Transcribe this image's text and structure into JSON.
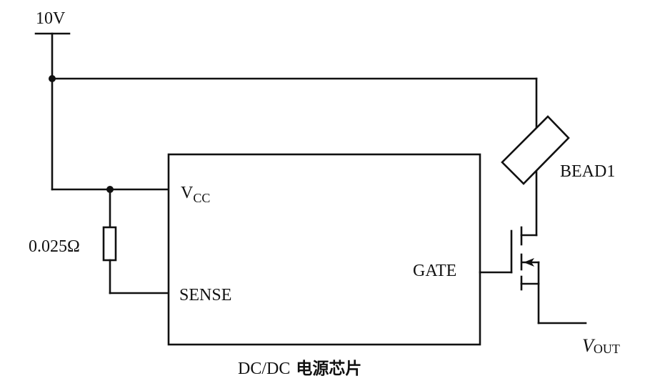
{
  "diagram": {
    "type": "circuit-schematic",
    "supply": {
      "label": "10V"
    },
    "chip": {
      "caption_prefix": "DC/DC",
      "caption_cn": "电源芯片",
      "pins": {
        "vcc_main": "V",
        "vcc_sub": "CC",
        "sense": "SENSE",
        "gate": "GATE"
      }
    },
    "resistor": {
      "label": "0.025Ω"
    },
    "bead": {
      "label": "BEAD1"
    },
    "mosfet": {
      "type": "P-channel MOSFET"
    },
    "output": {
      "main": "V",
      "sub": "OUT"
    }
  }
}
